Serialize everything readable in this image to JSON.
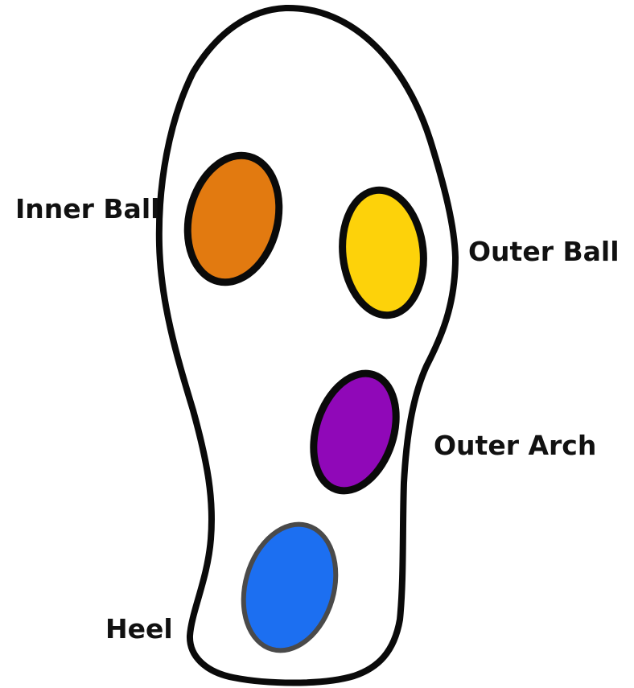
{
  "diagram": {
    "zones": [
      {
        "id": "inner-ball",
        "label": "Inner Ball",
        "color": "#E27A10"
      },
      {
        "id": "outer-ball",
        "label": "Outer Ball",
        "color": "#FDD20A"
      },
      {
        "id": "outer-arch",
        "label": "Outer Arch",
        "color": "#9008B8"
      },
      {
        "id": "heel",
        "label": "Heel",
        "color": "#1C6FF1"
      }
    ],
    "outline_color": "#0A0A0A"
  }
}
